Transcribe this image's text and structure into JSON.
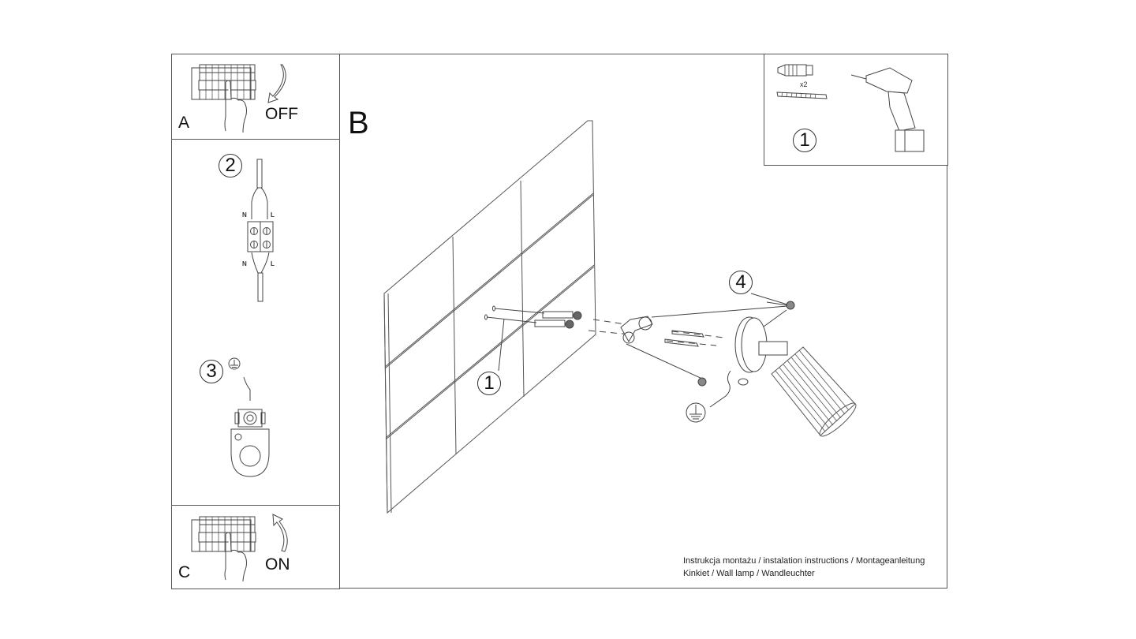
{
  "diagram": {
    "type": "installation-instructions",
    "product": "wall lamp spotlight",
    "panels": {
      "a": {
        "letter": "A",
        "action_label": "OFF",
        "icon": "circuit-breaker-switch-off"
      },
      "b": {
        "letter": "B"
      },
      "c": {
        "letter": "C",
        "action_label": "ON",
        "icon": "circuit-breaker-switch-on"
      }
    },
    "tools": {
      "step": "1",
      "quantity_label": "x2",
      "items": [
        "wall-plug",
        "screw",
        "cordless-drill"
      ]
    },
    "steps": [
      {
        "number": "1",
        "description": "drill holes and insert wall plugs"
      },
      {
        "number": "2",
        "description": "connect wires N and L to terminal block"
      },
      {
        "number": "3",
        "description": "connect earth wire"
      },
      {
        "number": "4",
        "description": "fix lamp base to bracket with nuts"
      }
    ],
    "terminal_labels": {
      "neutral": "N",
      "live": "L"
    },
    "caption": {
      "line1": "Instrukcja montażu / instalation instructions / Montageanleitung",
      "line2": "Kinkiet / Wall lamp / Wandleuchter"
    },
    "colors": {
      "line": "#333333",
      "background": "#ffffff"
    }
  }
}
